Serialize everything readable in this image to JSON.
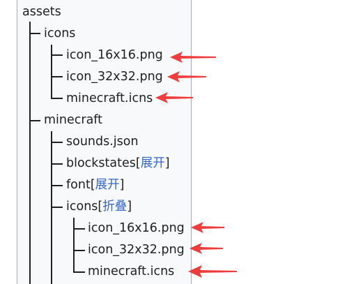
{
  "tree": {
    "root": "assets",
    "icons_folder": "icons",
    "icons_files": [
      "icon_16x16.png",
      "icon_32x32.png",
      "minecraft.icns"
    ],
    "minecraft_folder": "minecraft",
    "sounds": "sounds.json",
    "blockstates": "blockstates",
    "font": "font",
    "nested_icons": "icons",
    "nested_icons_files": [
      "icon_16x16.png",
      "icon_32x32.png",
      "minecraft.icns"
    ]
  },
  "toggles": {
    "open_bracket": "[",
    "close_bracket": "]",
    "expand": "展开",
    "collapse": "折叠"
  },
  "colors": {
    "arrow": "#ee3d3d",
    "link": "#3366cc",
    "panel": "#f8f9fa"
  }
}
